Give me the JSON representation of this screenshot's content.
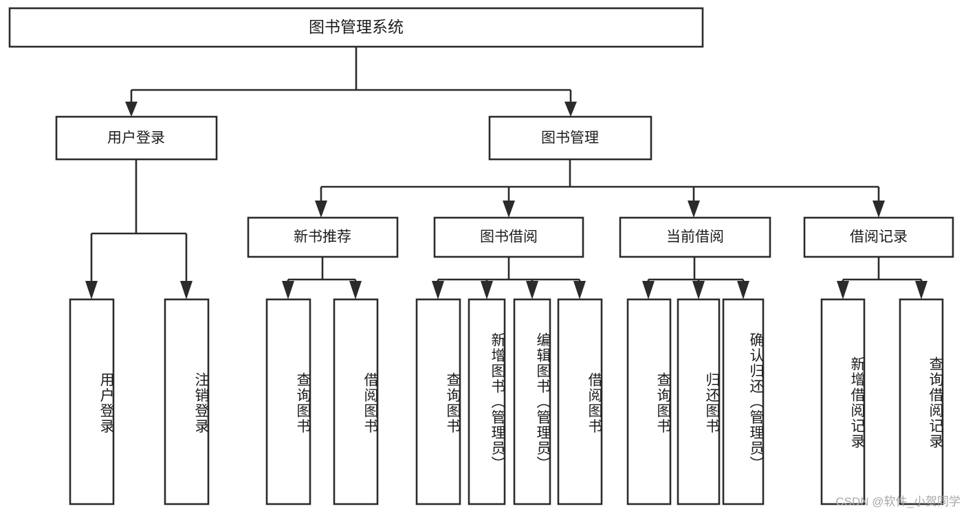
{
  "diagram": {
    "title": "图书管理系统",
    "type": "tree",
    "watermark": "CSDN @软件_小贺同学",
    "root": {
      "id": "root",
      "label": "图书管理系统",
      "orientation": "horizontal"
    },
    "level1": [
      {
        "id": "user-login",
        "label": "用户登录",
        "orientation": "horizontal"
      },
      {
        "id": "book-manage",
        "label": "图书管理",
        "orientation": "horizontal"
      }
    ],
    "level2": [
      {
        "id": "new-book-recommend",
        "label": "新书推荐",
        "parent": "book-manage",
        "orientation": "horizontal"
      },
      {
        "id": "book-borrow",
        "label": "图书借阅",
        "parent": "book-manage",
        "orientation": "horizontal"
      },
      {
        "id": "current-borrow",
        "label": "当前借阅",
        "parent": "book-manage",
        "orientation": "horizontal"
      },
      {
        "id": "borrow-record",
        "label": "借阅记录",
        "parent": "book-manage",
        "orientation": "horizontal"
      }
    ],
    "leaves": [
      {
        "id": "leaf-user-login",
        "label": "用户登录",
        "parent": "user-login",
        "orientation": "vertical"
      },
      {
        "id": "leaf-logout",
        "label": "注销登录",
        "parent": "user-login",
        "orientation": "vertical"
      },
      {
        "id": "leaf-query-book-1",
        "label": "查询图书",
        "parent": "new-book-recommend",
        "orientation": "vertical"
      },
      {
        "id": "leaf-borrow-book-1",
        "label": "借阅图书",
        "parent": "new-book-recommend",
        "orientation": "vertical"
      },
      {
        "id": "leaf-query-book-2",
        "label": "查询图书",
        "parent": "book-borrow",
        "orientation": "vertical"
      },
      {
        "id": "leaf-add-book",
        "label": "新增图书（管理员）",
        "parent": "book-borrow",
        "orientation": "vertical"
      },
      {
        "id": "leaf-edit-book",
        "label": "编辑图书（管理员）",
        "parent": "book-borrow",
        "orientation": "vertical"
      },
      {
        "id": "leaf-borrow-book-2",
        "label": "借阅图书",
        "parent": "book-borrow",
        "orientation": "vertical"
      },
      {
        "id": "leaf-query-book-3",
        "label": "查询图书",
        "parent": "current-borrow",
        "orientation": "vertical"
      },
      {
        "id": "leaf-return-book",
        "label": "归还图书",
        "parent": "current-borrow",
        "orientation": "vertical"
      },
      {
        "id": "leaf-confirm-return",
        "label": "确认归还（管理员）",
        "parent": "current-borrow",
        "orientation": "vertical"
      },
      {
        "id": "leaf-add-record",
        "label": "新增借阅记录",
        "parent": "borrow-record",
        "orientation": "vertical"
      },
      {
        "id": "leaf-query-record",
        "label": "查询借阅记录",
        "parent": "borrow-record",
        "orientation": "vertical"
      }
    ],
    "colors": {
      "stroke": "#2b2b2b",
      "fill": "#ffffff",
      "text": "#1c1c1c",
      "watermark": "#a8a8a8",
      "background": "#ffffff"
    }
  }
}
